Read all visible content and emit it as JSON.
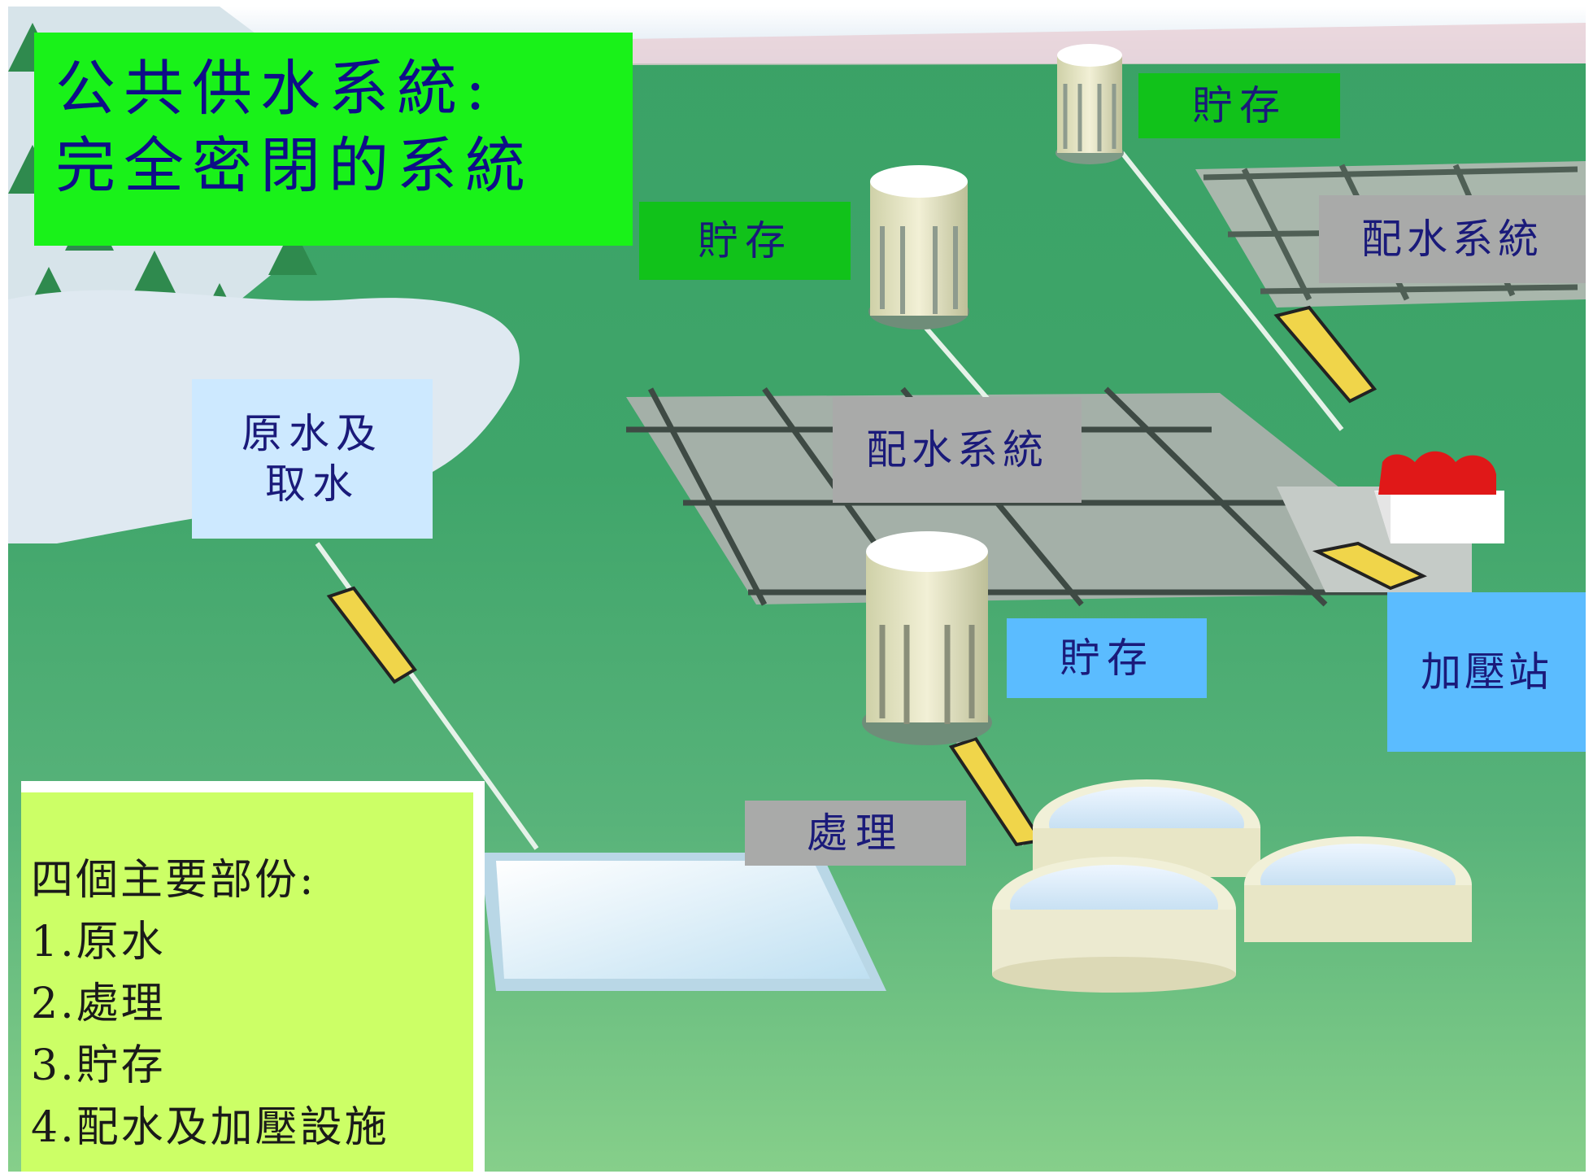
{
  "title": {
    "line1": "公共供水系統:",
    "line2": "完全密閉的系統"
  },
  "labels": {
    "storage_top": "貯存",
    "storage_mid": "貯存",
    "storage_low": "貯存",
    "distribution_upper": "配水系統",
    "distribution_center": "配水系統",
    "raw_water_line1": "原水及",
    "raw_water_line2": "取水",
    "booster_station": "加壓站",
    "treatment": "處理"
  },
  "parts": {
    "heading": "四個主要部份:",
    "items": [
      "1.原水",
      "2.處理",
      "3.貯存",
      "4.配水及加壓設施"
    ]
  },
  "colors": {
    "ground": "#3fa56a",
    "title_box": "#19f219",
    "storage_label": "#11c21a",
    "distribution_label": "#a9aaa9",
    "raw_water_label": "#cde9ff",
    "blue_label": "#5bbcff",
    "parts_box": "#ccff66",
    "text": "#1a1a7a"
  }
}
